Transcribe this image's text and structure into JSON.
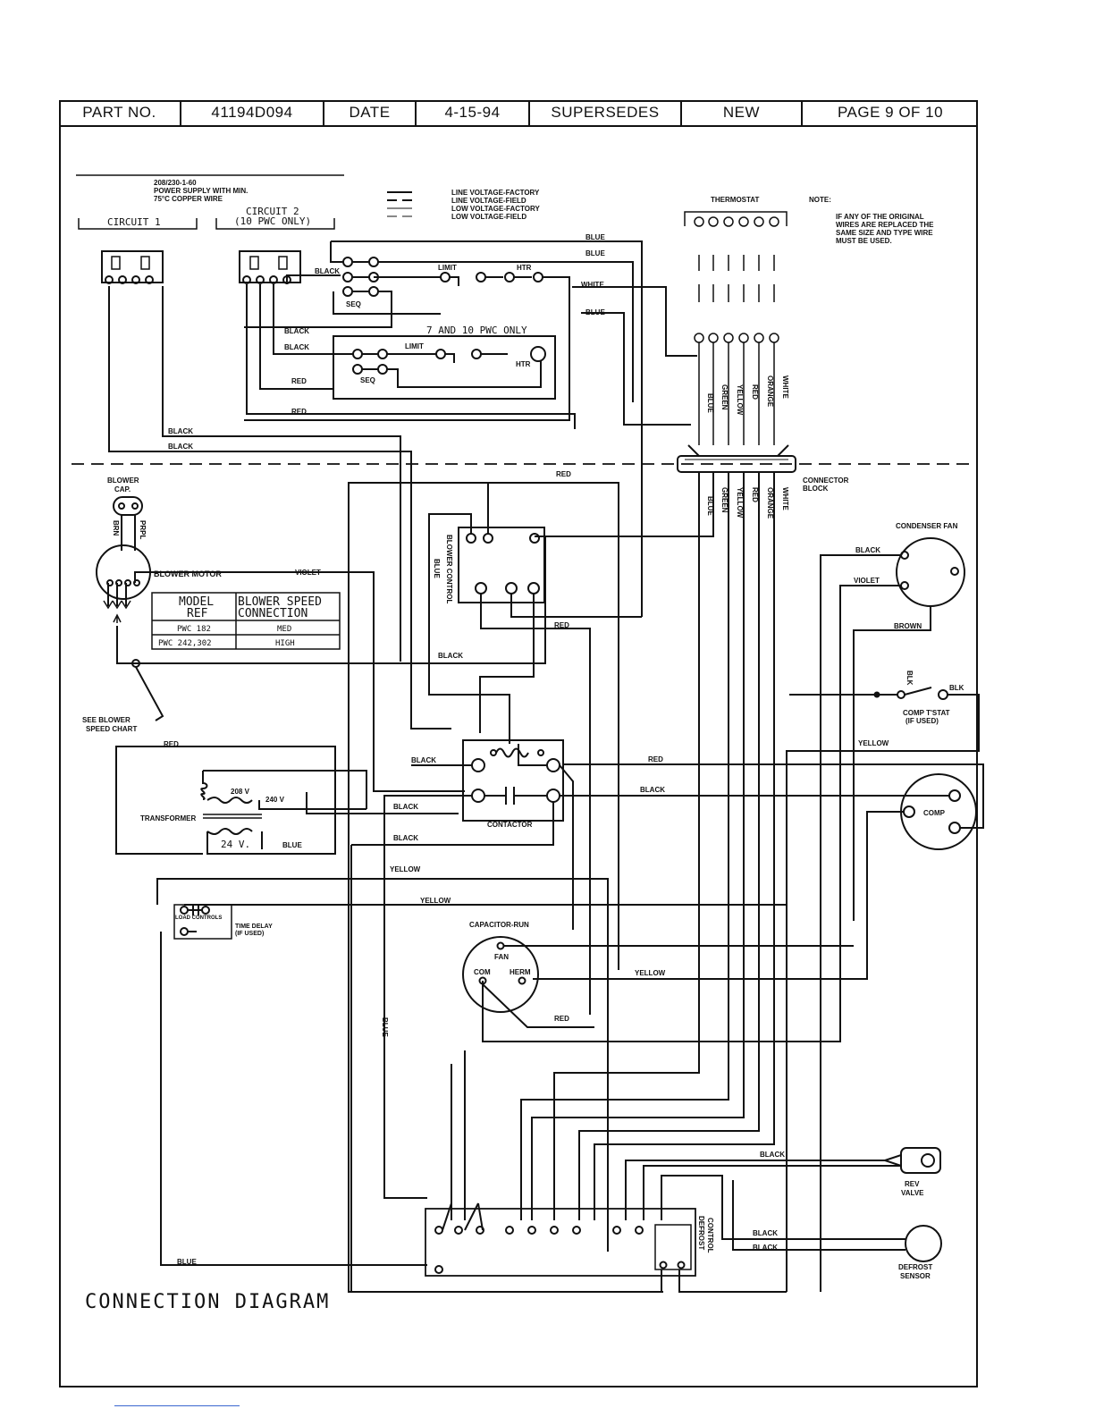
{
  "header": {
    "part_no_label": "PART NO.",
    "part_no": "41194D094",
    "date_label": "DATE",
    "date": "4-15-94",
    "supersedes_label": "SUPERSEDES",
    "supersedes": "NEW",
    "page": "PAGE 9 OF 10"
  },
  "power": {
    "supply_line1": "208/230-1-60",
    "supply_line2": "POWER SUPPLY WITH MIN.",
    "supply_line3": "75°C COPPER WIRE",
    "circuit1": "CIRCUIT 1",
    "circuit2": "CIRCUIT 2",
    "circuit2_note": "(10 PWC ONLY)"
  },
  "legend": {
    "line_factory": "LINE VOLTAGE-FACTORY",
    "line_field": "LINE VOLTAGE-FIELD",
    "low_factory": "LOW VOLTAGE-FACTORY",
    "low_field": "LOW VOLTAGE-FIELD"
  },
  "thermostat": {
    "title": "THERMOSTAT",
    "wires": [
      "BLUE",
      "GREEN",
      "YELLOW",
      "RED",
      "ORANGE",
      "WHITE"
    ]
  },
  "note": {
    "label": "NOTE:",
    "line1": "IF ANY OF THE ORIGINAL",
    "line2": "WIRES ARE REPLACED THE",
    "line3": "SAME SIZE AND TYPE WIRE",
    "line4": "MUST BE USED."
  },
  "heaters": {
    "limit": "LIMIT",
    "htr": "HTR",
    "seq": "SEQ",
    "seven_ten": "7 AND 10 PWC ONLY"
  },
  "wire_labels": {
    "black": "BLACK",
    "blue": "BLUE",
    "white": "WHITE",
    "red": "RED",
    "violet": "VIOLET",
    "brown": "BROWN",
    "yellow": "YELLOW",
    "blk": "BLK"
  },
  "blower": {
    "cap": "BLOWER",
    "cap2": "CAP.",
    "motor": "BLOWER MOTOR",
    "brn": "BRN",
    "prpl": "PRPL",
    "see_chart1": "SEE BLOWER",
    "see_chart2": "SPEED CHART",
    "control": "BLOWER CONTROL"
  },
  "speed_table": {
    "h1a": "MODEL",
    "h1b": "REF",
    "h2a": "BLOWER SPEED",
    "h2b": "CONNECTION",
    "rows": [
      [
        "PWC 182",
        "MED"
      ],
      [
        "PWC 242,302",
        "HIGH"
      ]
    ]
  },
  "components": {
    "connector_block1": "CONNECTOR",
    "connector_block2": "BLOCK",
    "condenser_fan": "CONDENSER FAN",
    "comp_tstat1": "COMP T'STAT",
    "comp_tstat2": "(IF USED)",
    "transformer": "TRANSFORMER",
    "v208": "208 V",
    "v240": "240 V",
    "v24": "24 V.",
    "contactor": "CONTACTOR",
    "comp": "COMP",
    "load_controls": "LOAD CONTROLS",
    "time_delay1": "TIME DELAY",
    "time_delay2": "(IF USED)",
    "cap_run": "CAPACITOR-RUN",
    "fan": "FAN",
    "com": "COM",
    "herm": "HERM",
    "rev_valve1": "REV",
    "rev_valve2": "VALVE",
    "defrost_sensor1": "DEFROST",
    "defrost_sensor2": "SENSOR",
    "defrost_control1": "DEFROST",
    "defrost_control2": "CONTROL"
  },
  "footer": {
    "title": "CONNECTION DIAGRAM"
  }
}
